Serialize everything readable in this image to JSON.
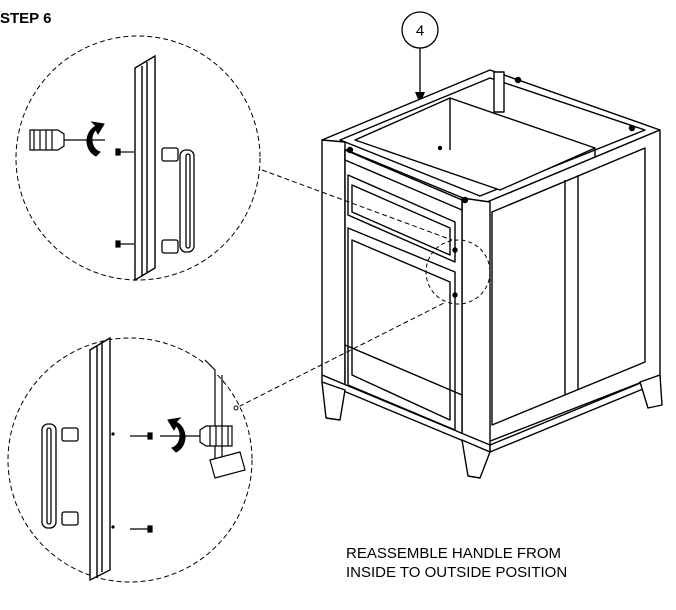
{
  "step_title": "STEP 6",
  "callout_number": "4",
  "instruction": {
    "line1": "REASSEMBLE HANDLE FROM",
    "line2": "INSIDE TO OUTSIDE POSITION"
  }
}
